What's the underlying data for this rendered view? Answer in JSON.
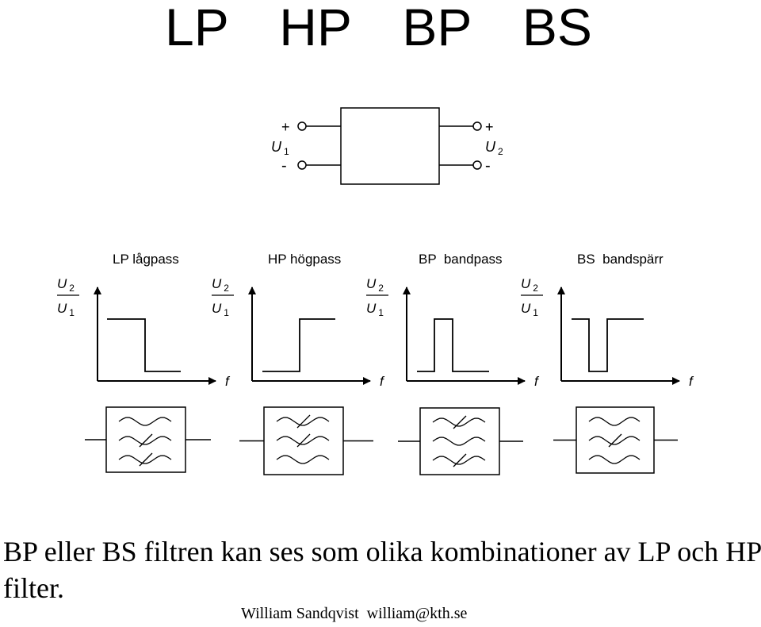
{
  "title": "LP  HP  BP  BS",
  "twoport": {
    "plus": "+",
    "minus": "-",
    "u": "U",
    "sub_in": "1",
    "sub_out": "2"
  },
  "ratio": {
    "u": "U",
    "num_sub": "2",
    "den_sub": "1"
  },
  "freq_label": "f",
  "filters": [
    {
      "name": "LP lågpass"
    },
    {
      "name": "HP högpass"
    },
    {
      "name": "BP  bandpass"
    },
    {
      "name": "BS  bandspärr"
    }
  ],
  "caption": "BP eller BS filtren kan ses som olika kombinationer av LP och HP filter.",
  "footer": "William Sandqvist  william@kth.se"
}
